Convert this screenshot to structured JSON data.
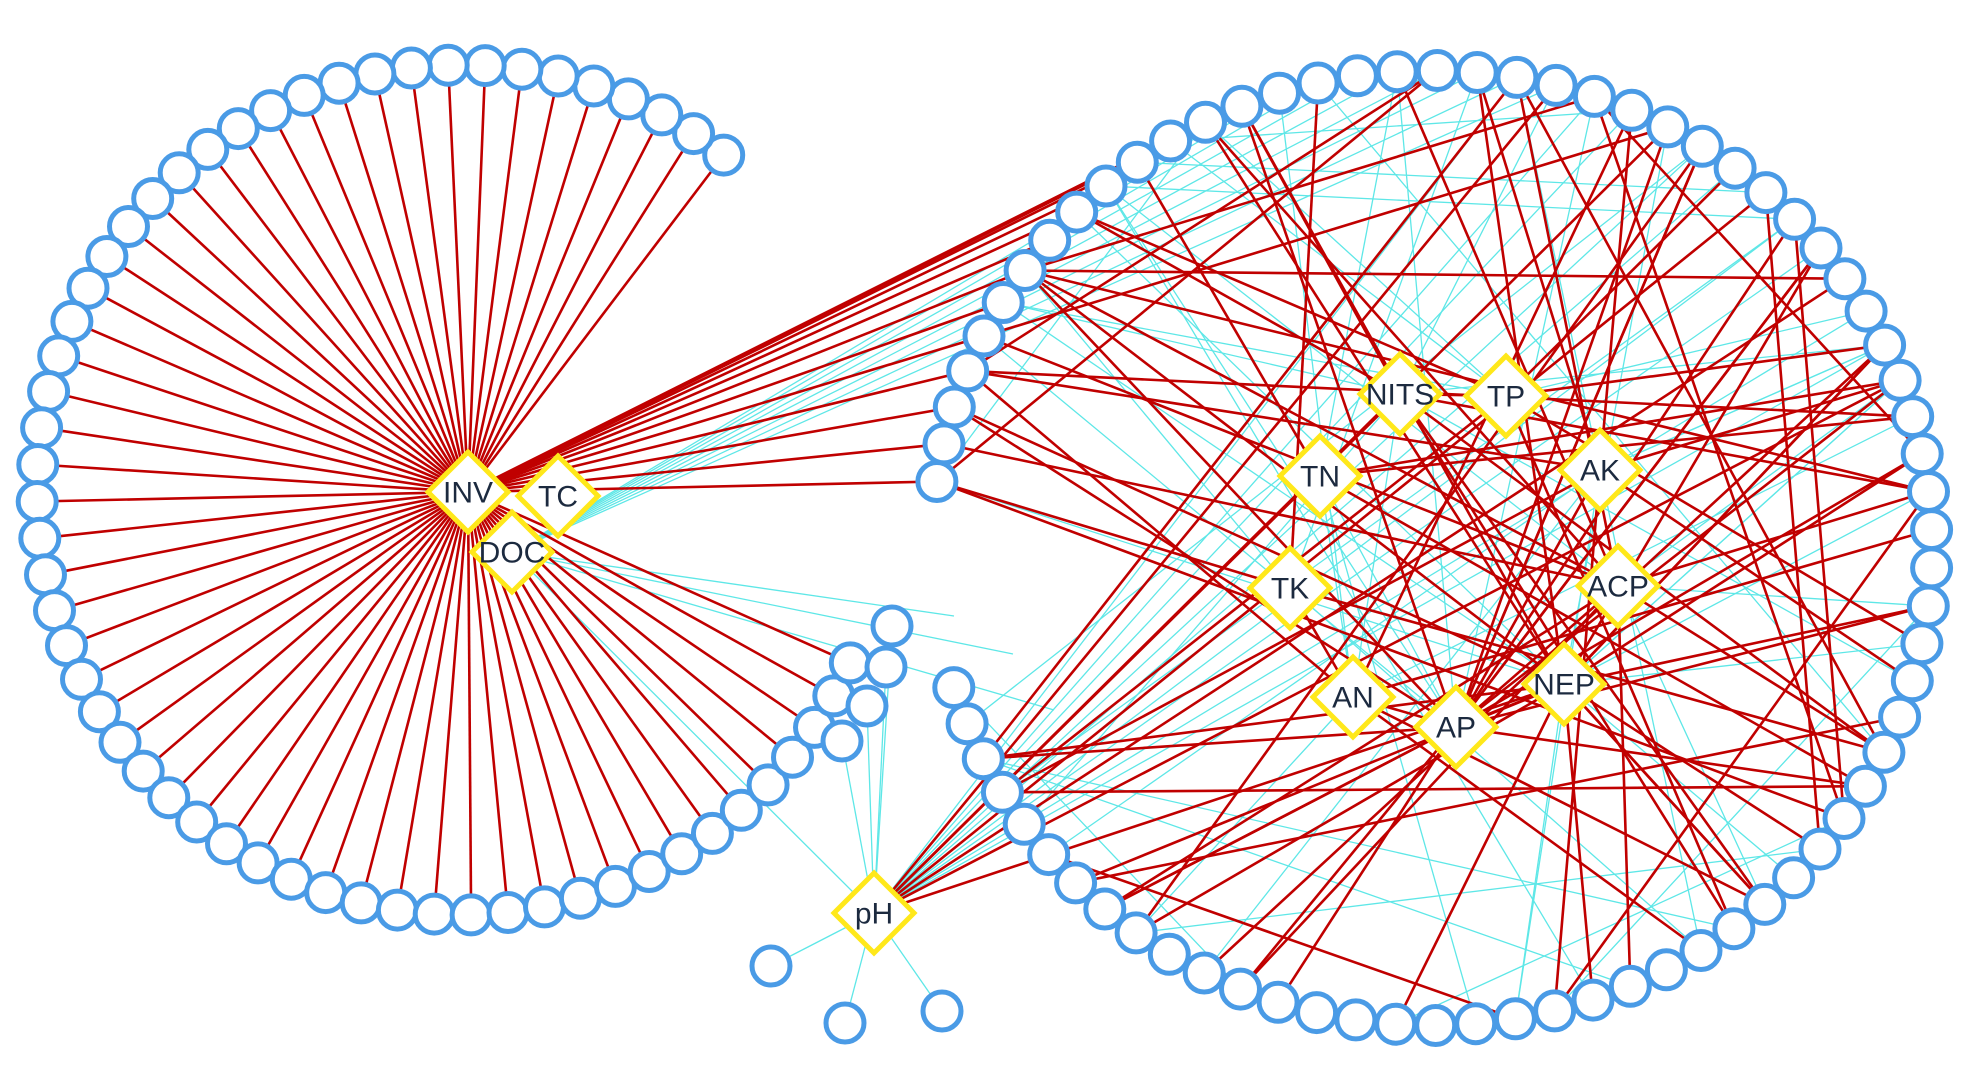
{
  "hubs": [
    {
      "id": "INV",
      "label": "INV"
    },
    {
      "id": "TC",
      "label": "TC"
    },
    {
      "id": "DOC",
      "label": "DOC"
    },
    {
      "id": "NITS",
      "label": "NITS"
    },
    {
      "id": "TP",
      "label": "TP"
    },
    {
      "id": "TN",
      "label": "TN"
    },
    {
      "id": "AK",
      "label": "AK"
    },
    {
      "id": "TK",
      "label": "TK"
    },
    {
      "id": "ACP",
      "label": "ACP"
    },
    {
      "id": "NEP",
      "label": "NEP"
    },
    {
      "id": "AN",
      "label": "AN"
    },
    {
      "id": "AP",
      "label": "AP"
    },
    {
      "id": "pH",
      "label": "pH"
    }
  ],
  "colors": {
    "positive_edge": "#c00000",
    "negative_edge": "#5ee7e7",
    "otu_stroke": "#4a9be6",
    "hub_stroke": "#ffe81a",
    "hub_text": "#1c2a3f"
  }
}
